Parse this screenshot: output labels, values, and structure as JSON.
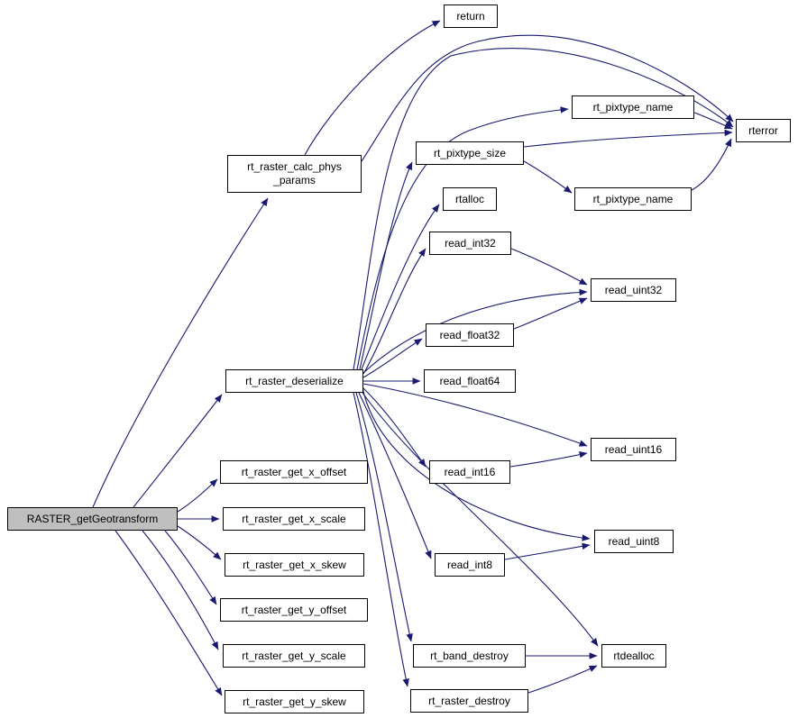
{
  "colors": {
    "edge": "#191970",
    "border": "#000000",
    "node_fill": "#ffffff",
    "root_fill": "#bfbfbf",
    "background": "#ffffff"
  },
  "nodes": {
    "root": {
      "label": "RASTER_getGeotransform"
    },
    "calc_phys": {
      "line1": "rt_raster_calc_phys",
      "line2": "_params"
    },
    "return": {
      "label": "return"
    },
    "pixtype_name_a": {
      "label": "rt_pixtype_name"
    },
    "rterror": {
      "label": "rterror"
    },
    "pixtype_size": {
      "label": "rt_pixtype_size"
    },
    "pixtype_name_b": {
      "label": "rt_pixtype_name"
    },
    "rtalloc": {
      "label": "rtalloc"
    },
    "read_int32": {
      "label": "read_int32"
    },
    "read_uint32": {
      "label": "read_uint32"
    },
    "read_float32": {
      "label": "read_float32"
    },
    "deserialize": {
      "label": "rt_raster_deserialize"
    },
    "read_float64": {
      "label": "read_float64"
    },
    "read_uint16": {
      "label": "read_uint16"
    },
    "read_int16": {
      "label": "read_int16"
    },
    "get_x_offset": {
      "label": "rt_raster_get_x_offset"
    },
    "get_x_scale": {
      "label": "rt_raster_get_x_scale"
    },
    "get_x_skew": {
      "label": "rt_raster_get_x_skew"
    },
    "get_y_offset": {
      "label": "rt_raster_get_y_offset"
    },
    "read_uint8": {
      "label": "read_uint8"
    },
    "read_int8": {
      "label": "read_int8"
    },
    "get_y_scale": {
      "label": "rt_raster_get_y_scale"
    },
    "band_destroy": {
      "label": "rt_band_destroy"
    },
    "rtdealloc": {
      "label": "rtdealloc"
    },
    "get_y_skew": {
      "label": "rt_raster_get_y_skew"
    },
    "raster_destroy": {
      "label": "rt_raster_destroy"
    }
  },
  "edges": [
    {
      "from": "root",
      "to": "calc_phys"
    },
    {
      "from": "root",
      "to": "deserialize"
    },
    {
      "from": "root",
      "to": "get_x_offset"
    },
    {
      "from": "root",
      "to": "get_x_scale"
    },
    {
      "from": "root",
      "to": "get_x_skew"
    },
    {
      "from": "root",
      "to": "get_y_offset"
    },
    {
      "from": "root",
      "to": "get_y_scale"
    },
    {
      "from": "root",
      "to": "get_y_skew"
    },
    {
      "from": "calc_phys",
      "to": "return"
    },
    {
      "from": "calc_phys",
      "to": "rterror"
    },
    {
      "from": "deserialize",
      "to": "rterror"
    },
    {
      "from": "deserialize",
      "to": "pixtype_name_a"
    },
    {
      "from": "deserialize",
      "to": "pixtype_size"
    },
    {
      "from": "deserialize",
      "to": "rtalloc"
    },
    {
      "from": "deserialize",
      "to": "read_int32"
    },
    {
      "from": "deserialize",
      "to": "read_uint32"
    },
    {
      "from": "deserialize",
      "to": "read_float32"
    },
    {
      "from": "deserialize",
      "to": "read_float64"
    },
    {
      "from": "deserialize",
      "to": "read_uint16"
    },
    {
      "from": "deserialize",
      "to": "read_int16"
    },
    {
      "from": "deserialize",
      "to": "read_uint8"
    },
    {
      "from": "deserialize",
      "to": "read_int8"
    },
    {
      "from": "deserialize",
      "to": "band_destroy"
    },
    {
      "from": "deserialize",
      "to": "raster_destroy"
    },
    {
      "from": "deserialize",
      "to": "rtdealloc"
    },
    {
      "from": "pixtype_name_a",
      "to": "rterror"
    },
    {
      "from": "pixtype_size",
      "to": "rterror"
    },
    {
      "from": "pixtype_size",
      "to": "pixtype_name_b"
    },
    {
      "from": "pixtype_name_b",
      "to": "rterror"
    },
    {
      "from": "read_int32",
      "to": "read_uint32"
    },
    {
      "from": "read_float32",
      "to": "read_uint32"
    },
    {
      "from": "read_int16",
      "to": "read_uint16"
    },
    {
      "from": "read_int8",
      "to": "read_uint8"
    },
    {
      "from": "band_destroy",
      "to": "rtdealloc"
    },
    {
      "from": "raster_destroy",
      "to": "rtdealloc"
    }
  ]
}
